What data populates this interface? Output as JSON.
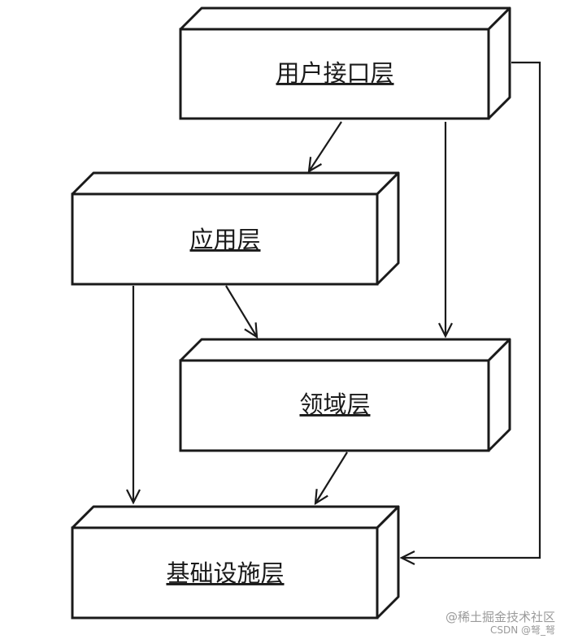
{
  "layers": {
    "user_interface": "用户接口层",
    "application": "应用层",
    "domain": "领域层",
    "infrastructure": "基础设施层"
  },
  "watermark": {
    "line1": "@稀土掘金技术社区",
    "line2": "CSDN @弩_弩"
  }
}
